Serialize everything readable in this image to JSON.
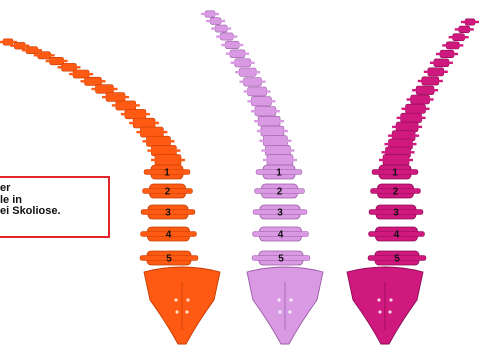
{
  "caption": {
    "lines": [
      "er",
      "le in",
      "ei Skoliose."
    ],
    "border_color": "#e3262b"
  },
  "spines": [
    {
      "name": "spine-orange",
      "color": "#ff5a14",
      "dark": "#c43c00"
    },
    {
      "name": "spine-lilac",
      "color": "#d99ae3",
      "dark": "#9a5aa6"
    },
    {
      "name": "spine-magenta",
      "color": "#d0197e",
      "dark": "#8a0a52"
    }
  ],
  "lumbar_labels": [
    "1",
    "2",
    "3",
    "4",
    "5"
  ]
}
